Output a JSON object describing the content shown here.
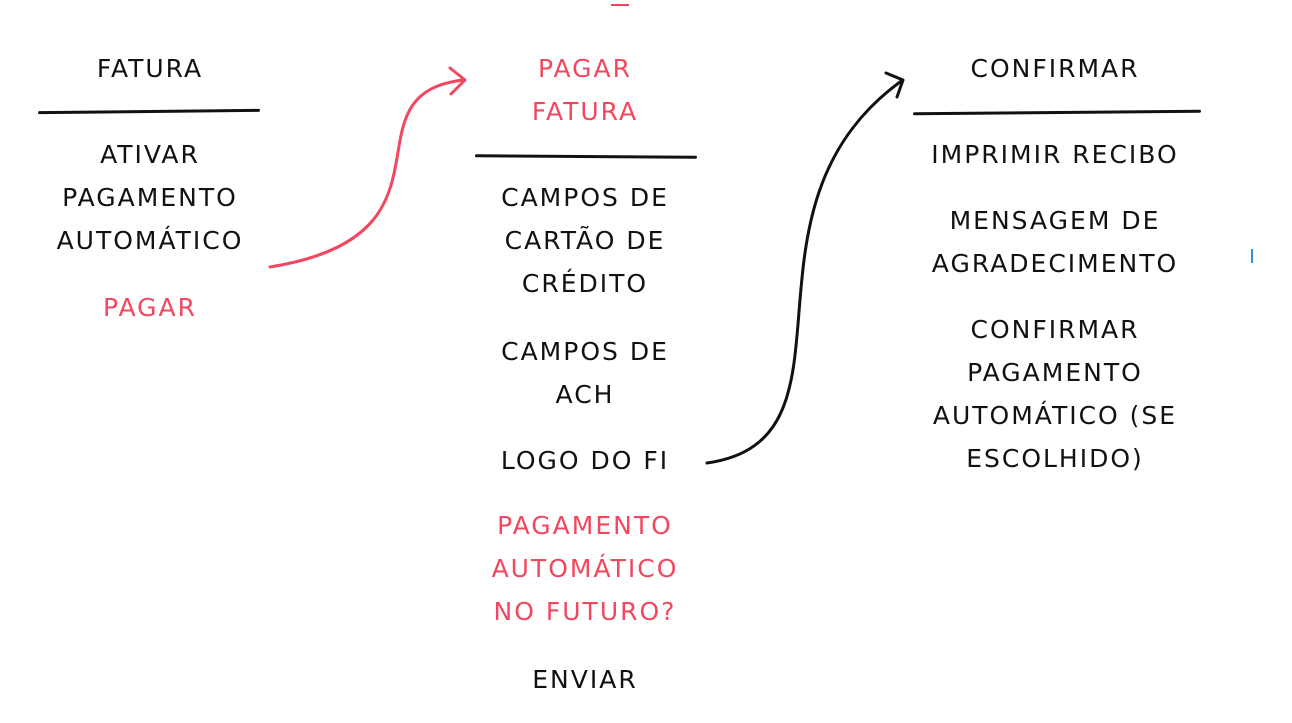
{
  "colors": {
    "accent": "#f2475f",
    "ink": "#111111"
  },
  "columns": [
    {
      "title": [
        "FATURA"
      ],
      "items": [
        [
          "ATIVAR",
          "PAGAMENTO",
          "AUTOMÁTICO"
        ],
        [
          "PAGAR"
        ]
      ]
    },
    {
      "title": [
        "PAGAR",
        "FATURA"
      ],
      "items": [
        [
          "CAMPOS DE",
          "CARTÃO DE",
          "CRÉDITO"
        ],
        [
          "CAMPOS DE",
          "ACH"
        ],
        [
          "LOGO DO FI"
        ],
        [
          "PAGAMENTO",
          "AUTOMÁTICO",
          "NO FUTURO?"
        ],
        [
          "ENVIAR"
        ]
      ]
    },
    {
      "title": [
        "CONFIRMAR"
      ],
      "items": [
        [
          "IMPRIMIR RECIBO"
        ],
        [
          "MENSAGEM DE",
          "AGRADECIMENTO"
        ],
        [
          "CONFIRMAR",
          "PAGAMENTO",
          "AUTOMÁTICO (SE",
          "ESCOLHIDO)"
        ]
      ]
    }
  ],
  "connectors": [
    {
      "from": "PAGAR",
      "to": "PAGAR FATURA",
      "color": "#f2475f"
    },
    {
      "from": "LOGO DO FI",
      "to": "CONFIRMAR",
      "color": "#111111"
    }
  ]
}
